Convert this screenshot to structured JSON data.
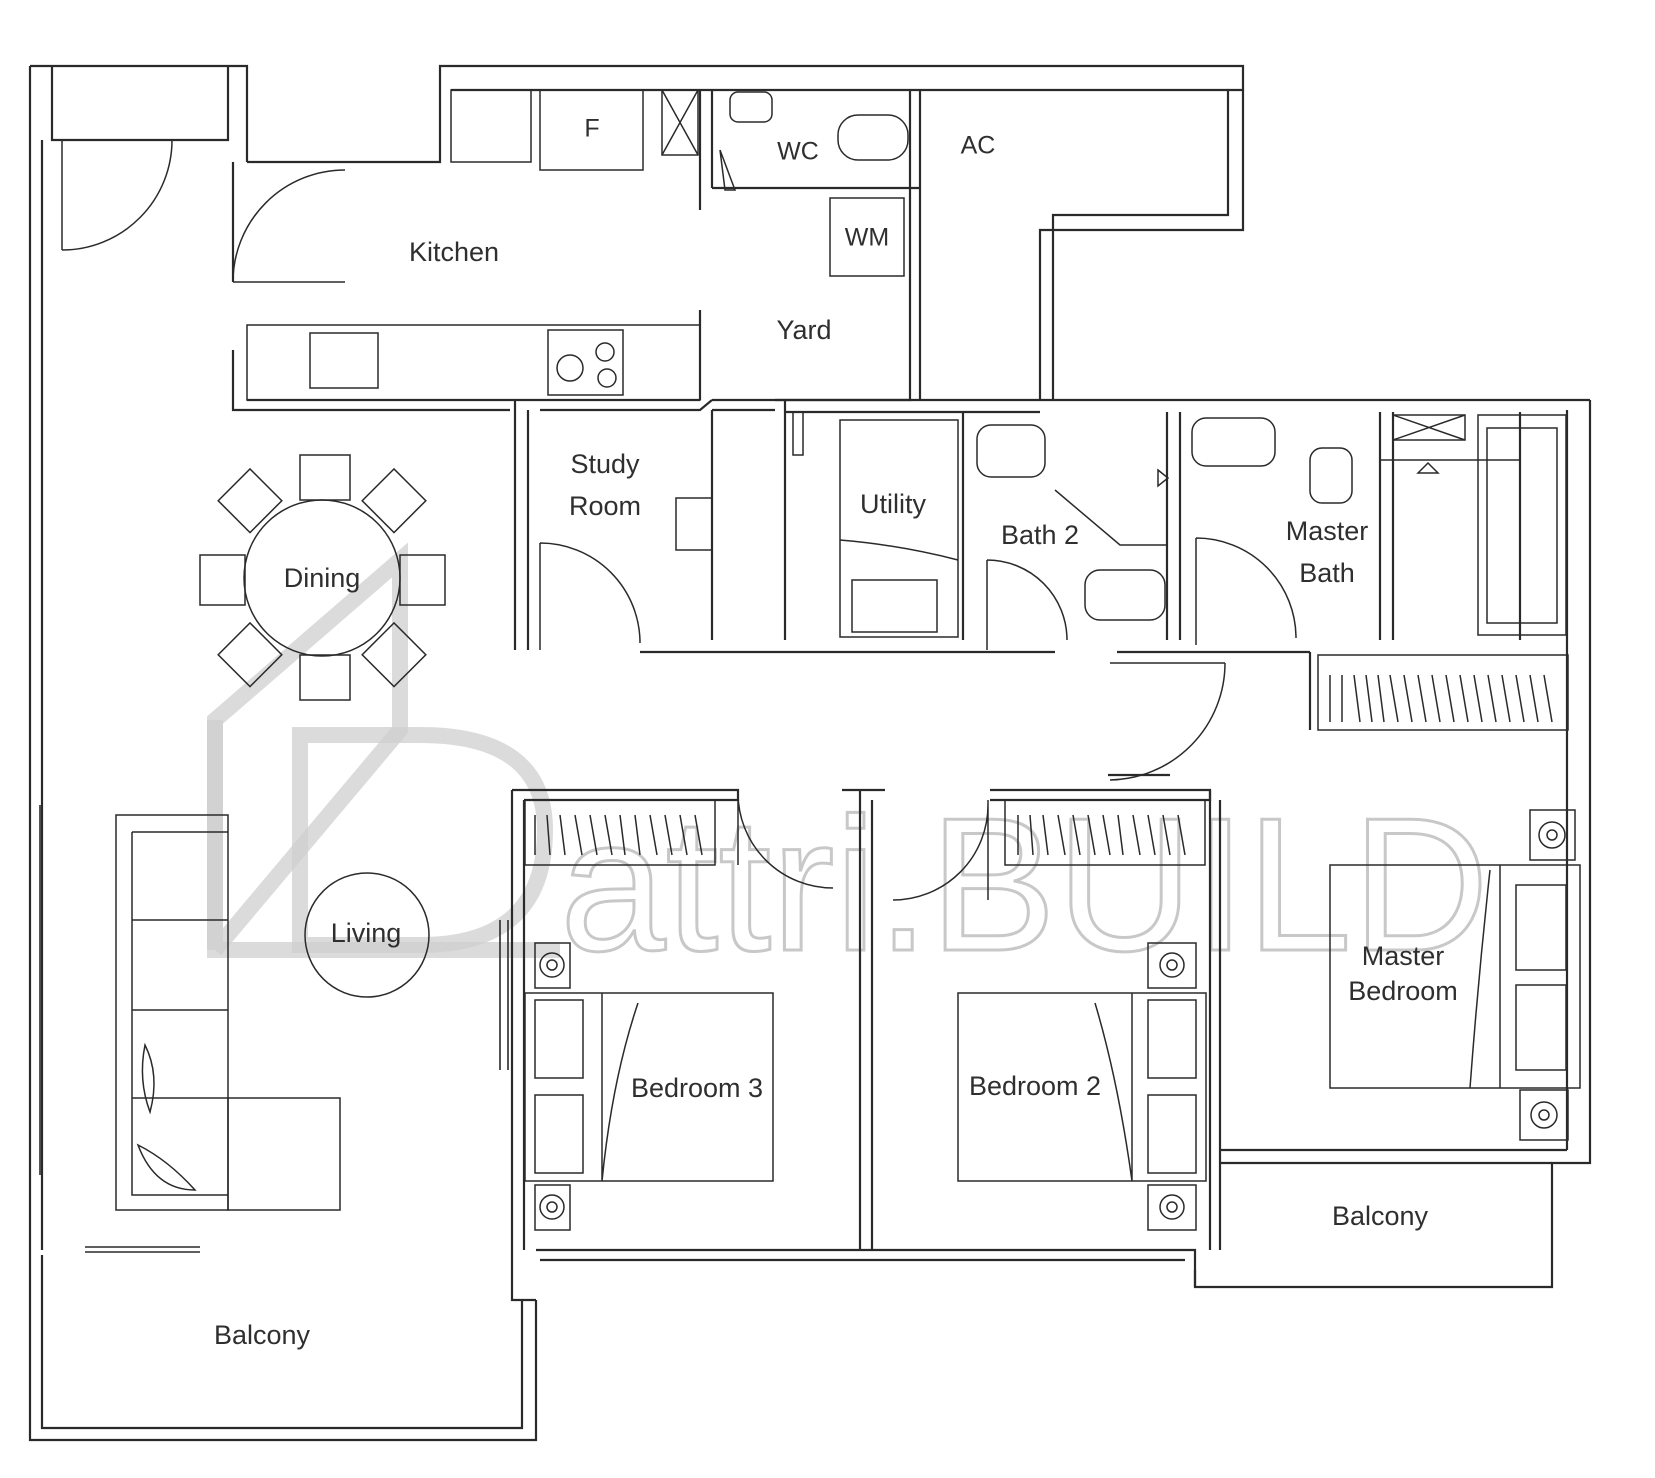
{
  "rooms": {
    "kitchen": "Kitchen",
    "fridge": "F",
    "wc": "WC",
    "ac": "AC",
    "wm": "WM",
    "yard": "Yard",
    "study_line1": "Study",
    "study_line2": "Room",
    "utility": "Utility",
    "bath2": "Bath  2",
    "master_bath_line1": "Master",
    "master_bath_line2": "Bath",
    "dining": "Dining",
    "living": "Living",
    "bedroom3": "Bedroom 3",
    "bedroom2": "Bedroom 2",
    "master_bedroom_line1": "Master",
    "master_bedroom_line2": "Bedroom",
    "balcony_left": "Balcony",
    "balcony_right": "Balcony"
  },
  "watermark": {
    "text": "attri.BUILD",
    "color": "#c8c8c8"
  },
  "colors": {
    "line": "#2a2a2a",
    "background": "#ffffff"
  }
}
